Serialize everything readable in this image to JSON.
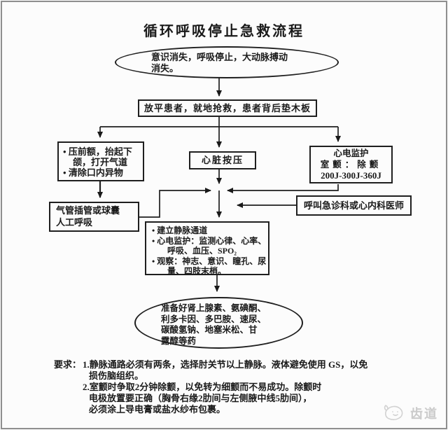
{
  "title": "循环呼吸停止急救流程",
  "nodes": {
    "start": {
      "text": "意识消失，呼吸停止，大动脉搏动\n消失。"
    },
    "flatten": {
      "text": "放平患者，就地抢救，患者背后垫木板"
    },
    "airway": {
      "items": [
        "压前额，抬起下颌，打开气道",
        "清除口内异物"
      ]
    },
    "compression": {
      "text": "心脏按压"
    },
    "monitor": {
      "line1": "心电监护",
      "line2": "室颤：除颤",
      "line3": "200J-300J-360J"
    },
    "intubation": {
      "text": "气管插管或球囊\n人工呼吸"
    },
    "call": {
      "text": "呼叫急诊科或心内科医师"
    },
    "iv": {
      "items": [
        "建立静脉通道",
        "心电监护：监测心律、心率、呼吸、血压、SPO₂",
        "观察：神志、意识、瞳孔、尿量、四肢末梢。"
      ]
    },
    "drugs": {
      "text": "准备好肾上腺素、氨碘酮、\n利多卡因、多巴胺、速尿、\n碳酸氢钠、地塞米松、甘\n露醇等药"
    }
  },
  "notes": {
    "label": "要求：",
    "lines": [
      "1.静脉通路必须有两条，选择肘关节以上静脉。液体避免使用 GS，以免",
      "损伤脑组织。",
      "2.室颤时争取2分钟除颤，以免转为细颤而不易成功。除颤时",
      "电极放置要正确（胸骨右缘2肋间与左侧腋中线5肋间），",
      "必须涂上导电膏或盐水纱布包裹。"
    ]
  },
  "watermark": {
    "text": "齿道"
  },
  "colors": {
    "ink": "#1a1a1a",
    "frame": "#8f8f8f",
    "watermark_gray": "#cbcbcb",
    "background": "#fcfcfc"
  }
}
